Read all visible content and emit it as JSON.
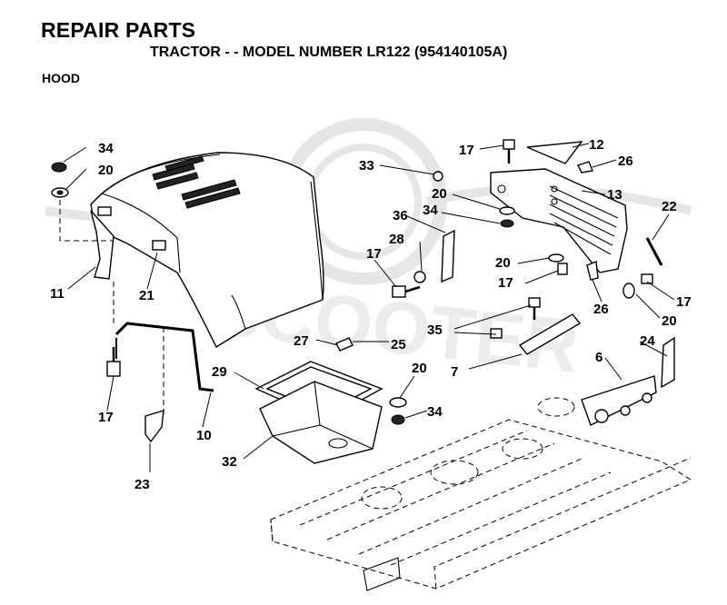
{
  "header": {
    "title": "REPAIR PARTS",
    "subtitle": "TRACTOR - - MODEL NUMBER LR122 (954140105A)",
    "section": "HOOD"
  },
  "watermark": {
    "text": "SCOOTER"
  },
  "callouts": [
    {
      "id": "c34a",
      "label": "34"
    },
    {
      "id": "c20a",
      "label": "20"
    },
    {
      "id": "c11",
      "label": "11"
    },
    {
      "id": "c21",
      "label": "21"
    },
    {
      "id": "c17a",
      "label": "17"
    },
    {
      "id": "c10",
      "label": "10"
    },
    {
      "id": "c23",
      "label": "23"
    },
    {
      "id": "c27",
      "label": "27"
    },
    {
      "id": "c25",
      "label": "25"
    },
    {
      "id": "c29",
      "label": "29"
    },
    {
      "id": "c20b",
      "label": "20"
    },
    {
      "id": "c34b",
      "label": "34"
    },
    {
      "id": "c32",
      "label": "32"
    },
    {
      "id": "c33",
      "label": "33"
    },
    {
      "id": "c17b",
      "label": "17"
    },
    {
      "id": "c12",
      "label": "12"
    },
    {
      "id": "c26a",
      "label": "26"
    },
    {
      "id": "c20c",
      "label": "20"
    },
    {
      "id": "c13",
      "label": "13"
    },
    {
      "id": "c36",
      "label": "36"
    },
    {
      "id": "c34c",
      "label": "34"
    },
    {
      "id": "c22",
      "label": "22"
    },
    {
      "id": "c28",
      "label": "28"
    },
    {
      "id": "c17c",
      "label": "17"
    },
    {
      "id": "c20d",
      "label": "20"
    },
    {
      "id": "c17d",
      "label": "17"
    },
    {
      "id": "c26b",
      "label": "26"
    },
    {
      "id": "c17e",
      "label": "17"
    },
    {
      "id": "c20e",
      "label": "20"
    },
    {
      "id": "c35",
      "label": "35"
    },
    {
      "id": "c7",
      "label": "7"
    },
    {
      "id": "c6",
      "label": "6"
    },
    {
      "id": "c24",
      "label": "24"
    }
  ]
}
